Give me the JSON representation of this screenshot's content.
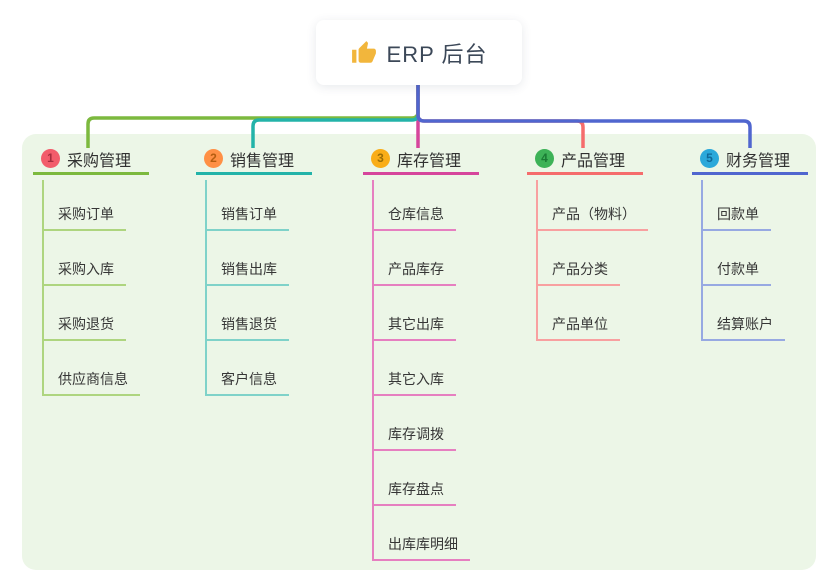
{
  "root": {
    "label": "ERP 后台",
    "icon": "thumbs-up"
  },
  "colors": {
    "page_bg": "#ffffff",
    "panel_bg": "#ecf6e7",
    "root_card_bg": "#ffffff",
    "root_text": "#3c4858",
    "node_text": "#363636",
    "root_connector": "#5066cf",
    "thumb_icon": "#f2b63c"
  },
  "branches": [
    {
      "number": "1",
      "label": "采购管理",
      "badge_bg": "#f25c6b",
      "badge_fg": "#a62d3e",
      "line": "#7cb93e",
      "child_line": "#aed57f",
      "children": [
        "采购订单",
        "采购入库",
        "采购退货",
        "供应商信息"
      ]
    },
    {
      "number": "2",
      "label": "销售管理",
      "badge_bg": "#ff9045",
      "badge_fg": "#b55d10",
      "line": "#23b3a9",
      "child_line": "#7fd2c9",
      "children": [
        "销售订单",
        "销售出库",
        "销售退货",
        "客户信息"
      ]
    },
    {
      "number": "3",
      "label": "库存管理",
      "badge_bg": "#f9ad18",
      "badge_fg": "#9a6d05",
      "line": "#d6459c",
      "child_line": "#e67fc0",
      "children": [
        "仓库信息",
        "产品库存",
        "其它出库",
        "其它入库",
        "库存调拨",
        "库存盘点",
        "出库库明细"
      ]
    },
    {
      "number": "4",
      "label": "产品管理",
      "badge_bg": "#3db257",
      "badge_fg": "#1a7a34",
      "line": "#f56c6c",
      "child_line": "#f8a0a0",
      "children": [
        "产品（物料）",
        "产品分类",
        "产品单位"
      ]
    },
    {
      "number": "5",
      "label": "财务管理",
      "badge_bg": "#2ba8da",
      "badge_fg": "#0f6899",
      "line": "#5066cf",
      "child_line": "#97a9e2",
      "children": [
        "回款单",
        "付款单",
        "结算账户"
      ]
    }
  ]
}
